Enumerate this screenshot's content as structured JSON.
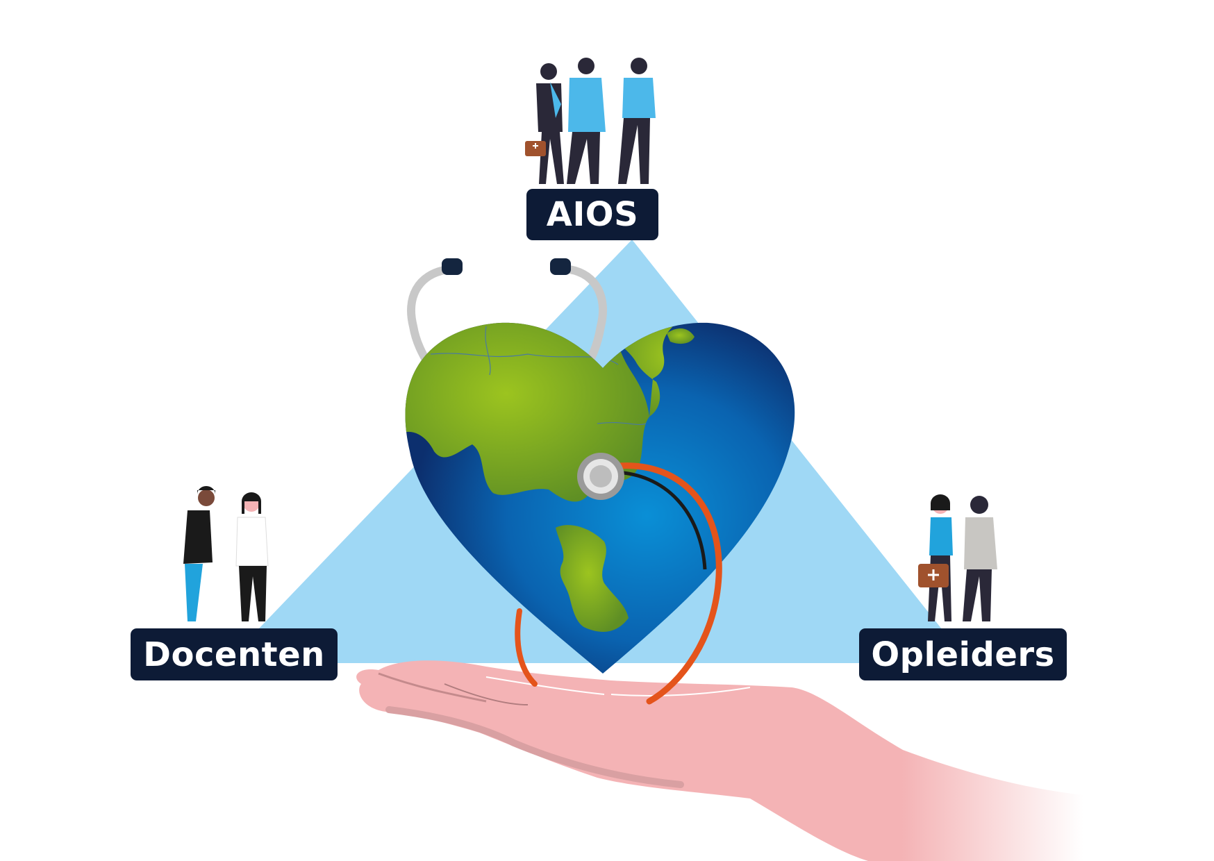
{
  "roles": {
    "top": "AIOS",
    "left": "Docenten",
    "right": "Opleiders"
  },
  "colors": {
    "label_bg": "#0d1b36",
    "triangle": "#9fd8f5",
    "land": "#8db42a",
    "ocean": "#0a63b0",
    "hand": "#f4b3b5",
    "stethoscope_tube": "#e4541b",
    "figure_blue": "#4cb8ea",
    "figure_dark": "#2a2838"
  }
}
